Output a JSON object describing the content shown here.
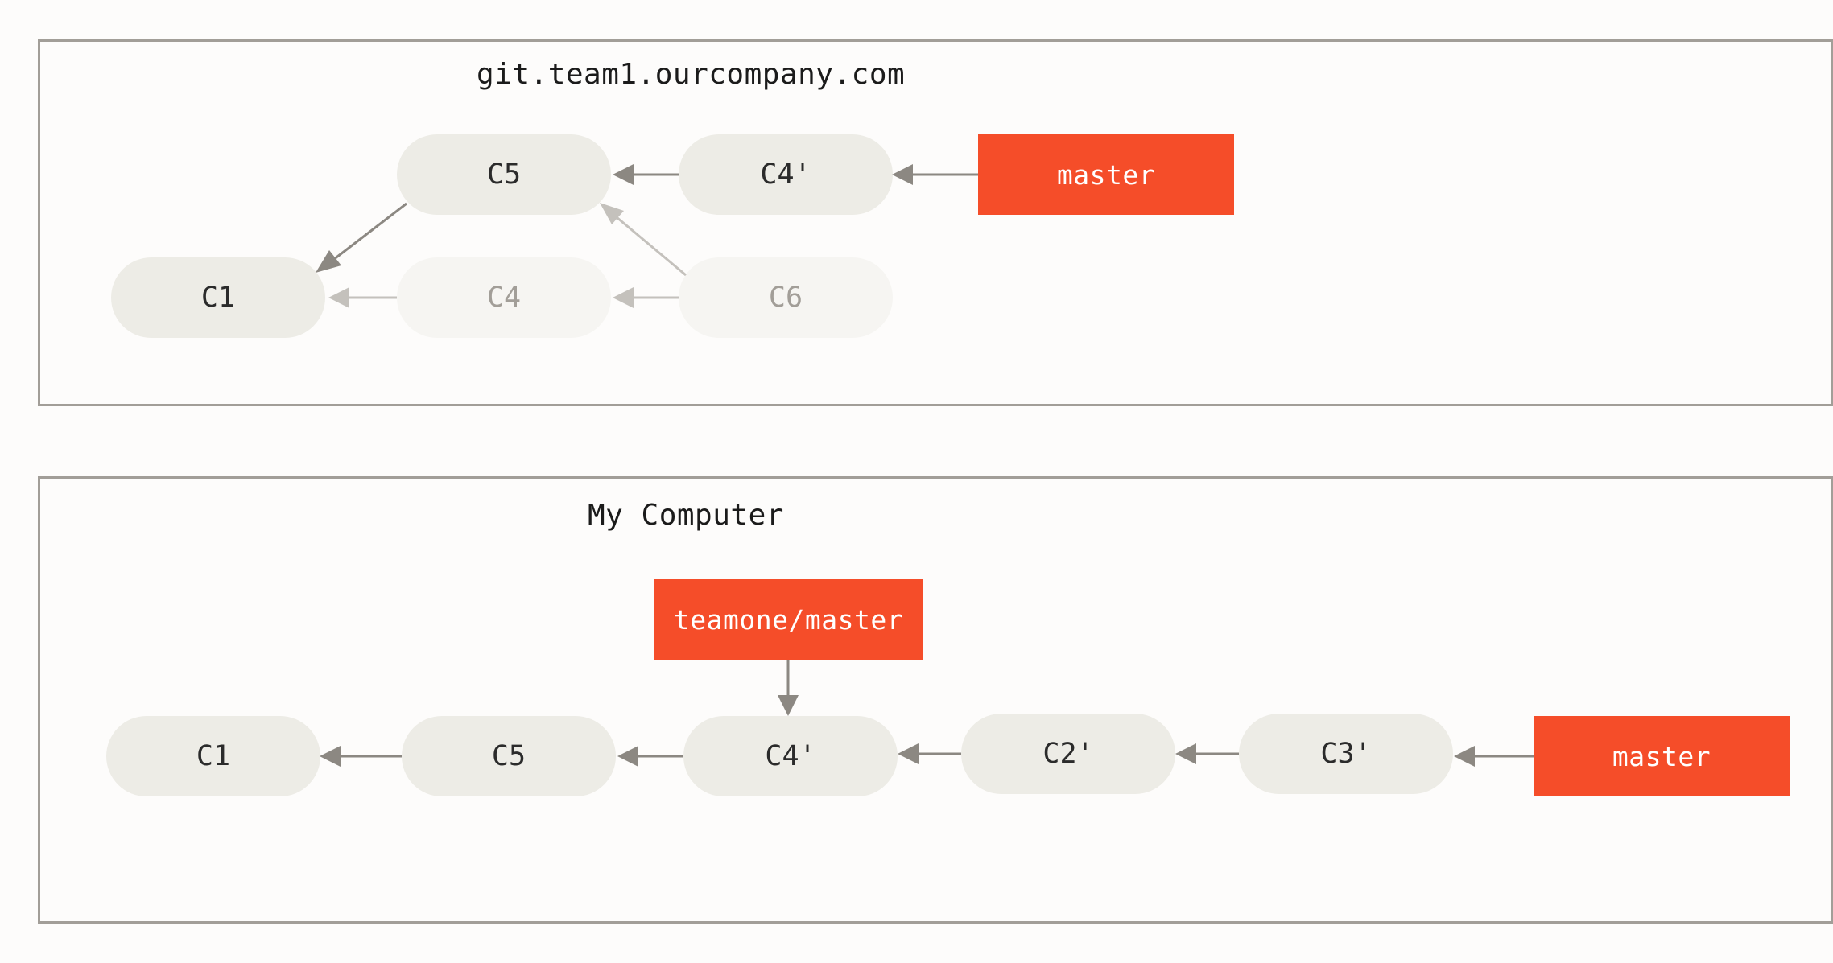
{
  "remote": {
    "title": "git.team1.ourcompany.com",
    "commits": {
      "c1": "C1",
      "c4": "C4",
      "c5": "C5",
      "c4_prime": "C4'",
      "c6": "C6"
    },
    "branch_master": "master"
  },
  "local": {
    "title": "My Computer",
    "commits": {
      "c1": "C1",
      "c5": "C5",
      "c4_prime": "C4'",
      "c2_prime": "C2'",
      "c3_prime": "C3'"
    },
    "branch_teamone_master": "teamone/master",
    "branch_master": "master"
  },
  "colors": {
    "branch": "#f54d29",
    "commit": "#edece6",
    "commit_faded": "#f6f5f2",
    "arrow": "#8c8882",
    "arrow_faded": "#c4c1bc",
    "border": "#a29e98"
  }
}
